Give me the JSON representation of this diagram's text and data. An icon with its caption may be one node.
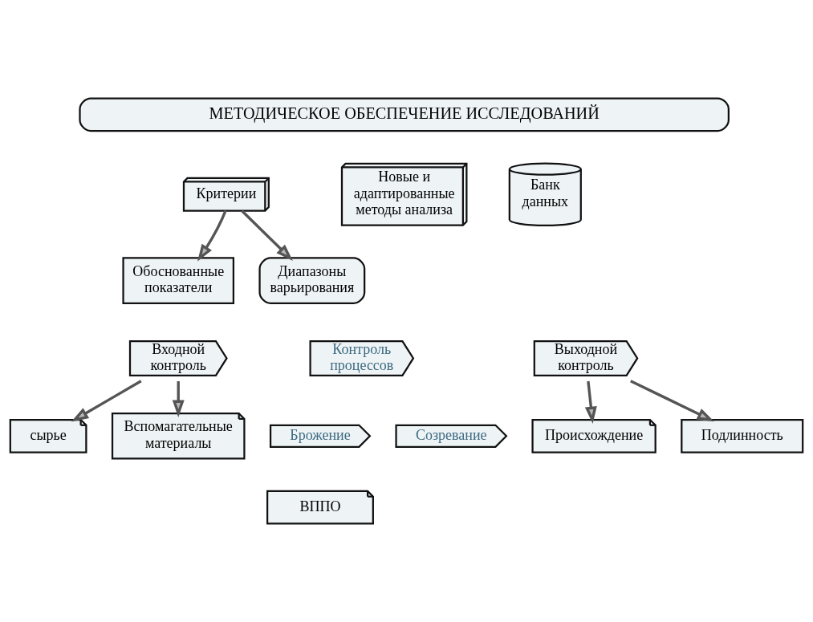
{
  "diagram": {
    "nodes": [
      {
        "text": [
          "МЕТОДИЧЕСКОЕ ОБЕСПЕЧЕНИЕ ИССЛЕДОВАНИЙ"
        ]
      },
      {
        "text": [
          "Критерии"
        ]
      },
      {
        "text": [
          "Новые и адаптированные методы анализа"
        ]
      },
      {
        "text": [
          "Банк данных"
        ]
      },
      {
        "text": [
          "Обоснованные показатели"
        ]
      },
      {
        "text": [
          "Диапазоны варьирования"
        ]
      },
      {
        "text": [
          "Входной контроль"
        ]
      },
      {
        "text": [
          "Контроль процессов"
        ]
      },
      {
        "text": [
          "Выходной контроль"
        ]
      },
      {
        "text": [
          "сырье"
        ]
      },
      {
        "text": [
          "Вспомагательные материалы"
        ]
      },
      {
        "text": [
          "Брожение"
        ]
      },
      {
        "text": [
          "Созревание"
        ]
      },
      {
        "text": [
          "Происхождение"
        ]
      },
      {
        "text": [
          "Подлинность"
        ]
      },
      {
        "text": [
          "ВППО"
        ]
      }
    ],
    "edges": [
      {
        "from": 1,
        "to": 4,
        "arrow": "to"
      },
      {
        "from": 1,
        "to": 5,
        "arrow": "to"
      },
      {
        "from": 6,
        "to": 9,
        "arrow": "to"
      },
      {
        "from": 6,
        "to": 10,
        "arrow": "to"
      },
      {
        "from": 8,
        "to": 13,
        "arrow": "to"
      },
      {
        "from": 8,
        "to": 14,
        "arrow": "to"
      }
    ]
  }
}
